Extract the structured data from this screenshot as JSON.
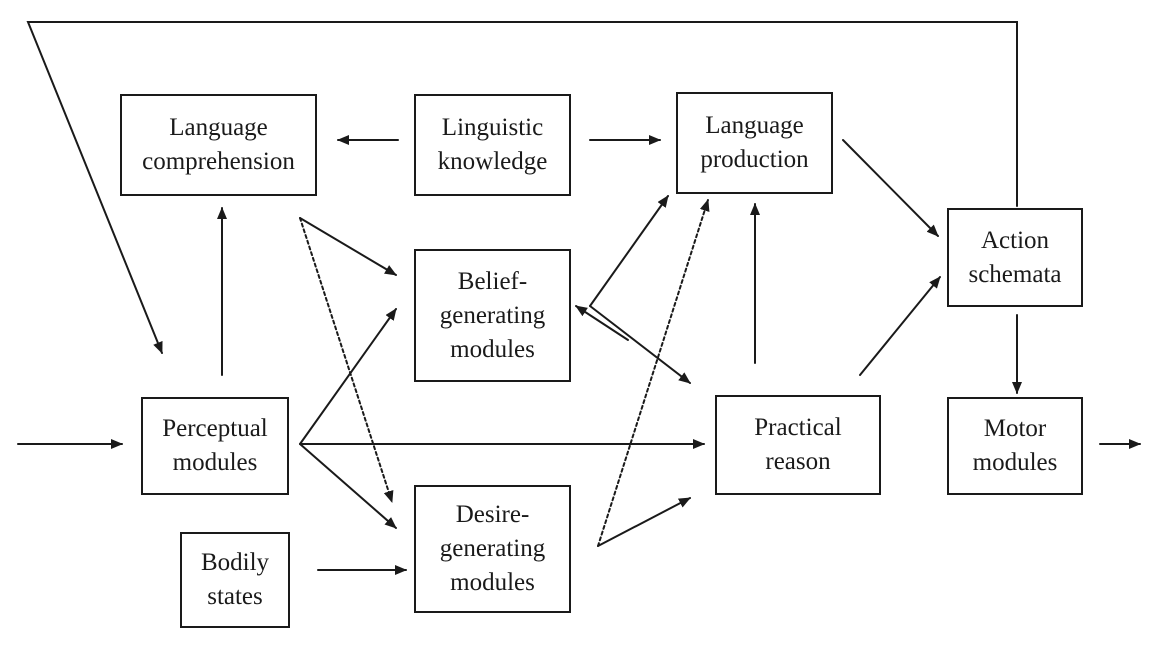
{
  "diagram": {
    "nodes": {
      "language_comprehension": {
        "line1": "Language",
        "line2": "comprehension"
      },
      "linguistic_knowledge": {
        "line1": "Linguistic",
        "line2": "knowledge"
      },
      "language_production": {
        "line1": "Language",
        "line2": "production"
      },
      "action_schemata": {
        "line1": "Action",
        "line2": "schemata"
      },
      "belief_generating": {
        "line1": "Belief-",
        "line2": "generating",
        "line3": "modules"
      },
      "perceptual_modules": {
        "line1": "Perceptual",
        "line2": "modules"
      },
      "practical_reason": {
        "line1": "Practical",
        "line2": "reason"
      },
      "motor_modules": {
        "line1": "Motor",
        "line2": "modules"
      },
      "desire_generating": {
        "line1": "Desire-",
        "line2": "generating",
        "line3": "modules"
      },
      "bodily_states": {
        "line1": "Bodily",
        "line2": "states"
      }
    },
    "edges": [
      {
        "from": "input",
        "to": "perceptual_modules"
      },
      {
        "from": "perceptual_modules",
        "to": "language_comprehension"
      },
      {
        "from": "perceptual_modules",
        "to": "belief_generating"
      },
      {
        "from": "perceptual_modules",
        "to": "desire_generating"
      },
      {
        "from": "perceptual_modules",
        "to": "practical_reason"
      },
      {
        "from": "linguistic_knowledge",
        "to": "language_comprehension"
      },
      {
        "from": "linguistic_knowledge",
        "to": "language_production"
      },
      {
        "from": "language_comprehension",
        "to": "belief_generating"
      },
      {
        "from": "language_comprehension",
        "to": "desire_generating",
        "style": "dotted"
      },
      {
        "from": "bodily_states",
        "to": "desire_generating"
      },
      {
        "from": "belief_generating",
        "to": "language_production"
      },
      {
        "from": "belief_generating",
        "to": "practical_reason"
      },
      {
        "from": "practical_reason",
        "to": "belief_generating"
      },
      {
        "from": "desire_generating",
        "to": "language_production",
        "style": "dotted"
      },
      {
        "from": "desire_generating",
        "to": "practical_reason"
      },
      {
        "from": "practical_reason",
        "to": "language_production"
      },
      {
        "from": "practical_reason",
        "to": "action_schemata"
      },
      {
        "from": "language_production",
        "to": "action_schemata"
      },
      {
        "from": "action_schemata",
        "to": "motor_modules"
      },
      {
        "from": "motor_modules",
        "to": "output"
      },
      {
        "from": "action_schemata",
        "to": "perceptual_modules",
        "style": "feedback-loop"
      }
    ],
    "colors": {
      "ink": "#1a1a1a",
      "background": "#ffffff"
    }
  }
}
